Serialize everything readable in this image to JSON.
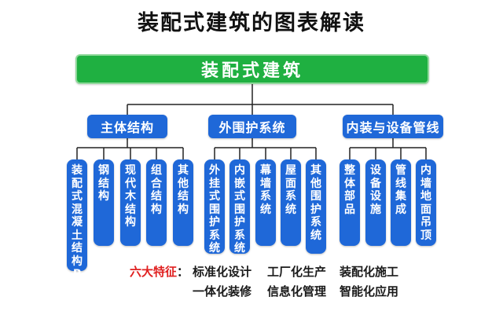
{
  "title": "装配式建筑的图表解读",
  "root": "装配式建筑",
  "categories": [
    {
      "label": "主体结构",
      "leaves": [
        "装配式混凝土结构PC",
        "钢结构",
        "现代木结构",
        "组合结构",
        "其他结构"
      ]
    },
    {
      "label": "外围护系统",
      "leaves": [
        "外挂式围护系统",
        "内嵌式围护系统",
        "幕墙系统",
        "屋面系统",
        "其他围护系统"
      ]
    },
    {
      "label": "内装与设备管线",
      "leaves": [
        "整体部品",
        "设备设施",
        "管线集成",
        "内墙地面吊顶"
      ]
    }
  ],
  "features": {
    "label": "六大特征",
    "items": [
      "标准化设计",
      "工厂化生产",
      "装配化施工",
      "一体化装修",
      "信息化管理",
      "智能化应用"
    ]
  },
  "colors": {
    "root_fill": "#1fb041",
    "node_fill": "#1f68d8",
    "connector": "#222222",
    "feature_label": "#e02020"
  }
}
